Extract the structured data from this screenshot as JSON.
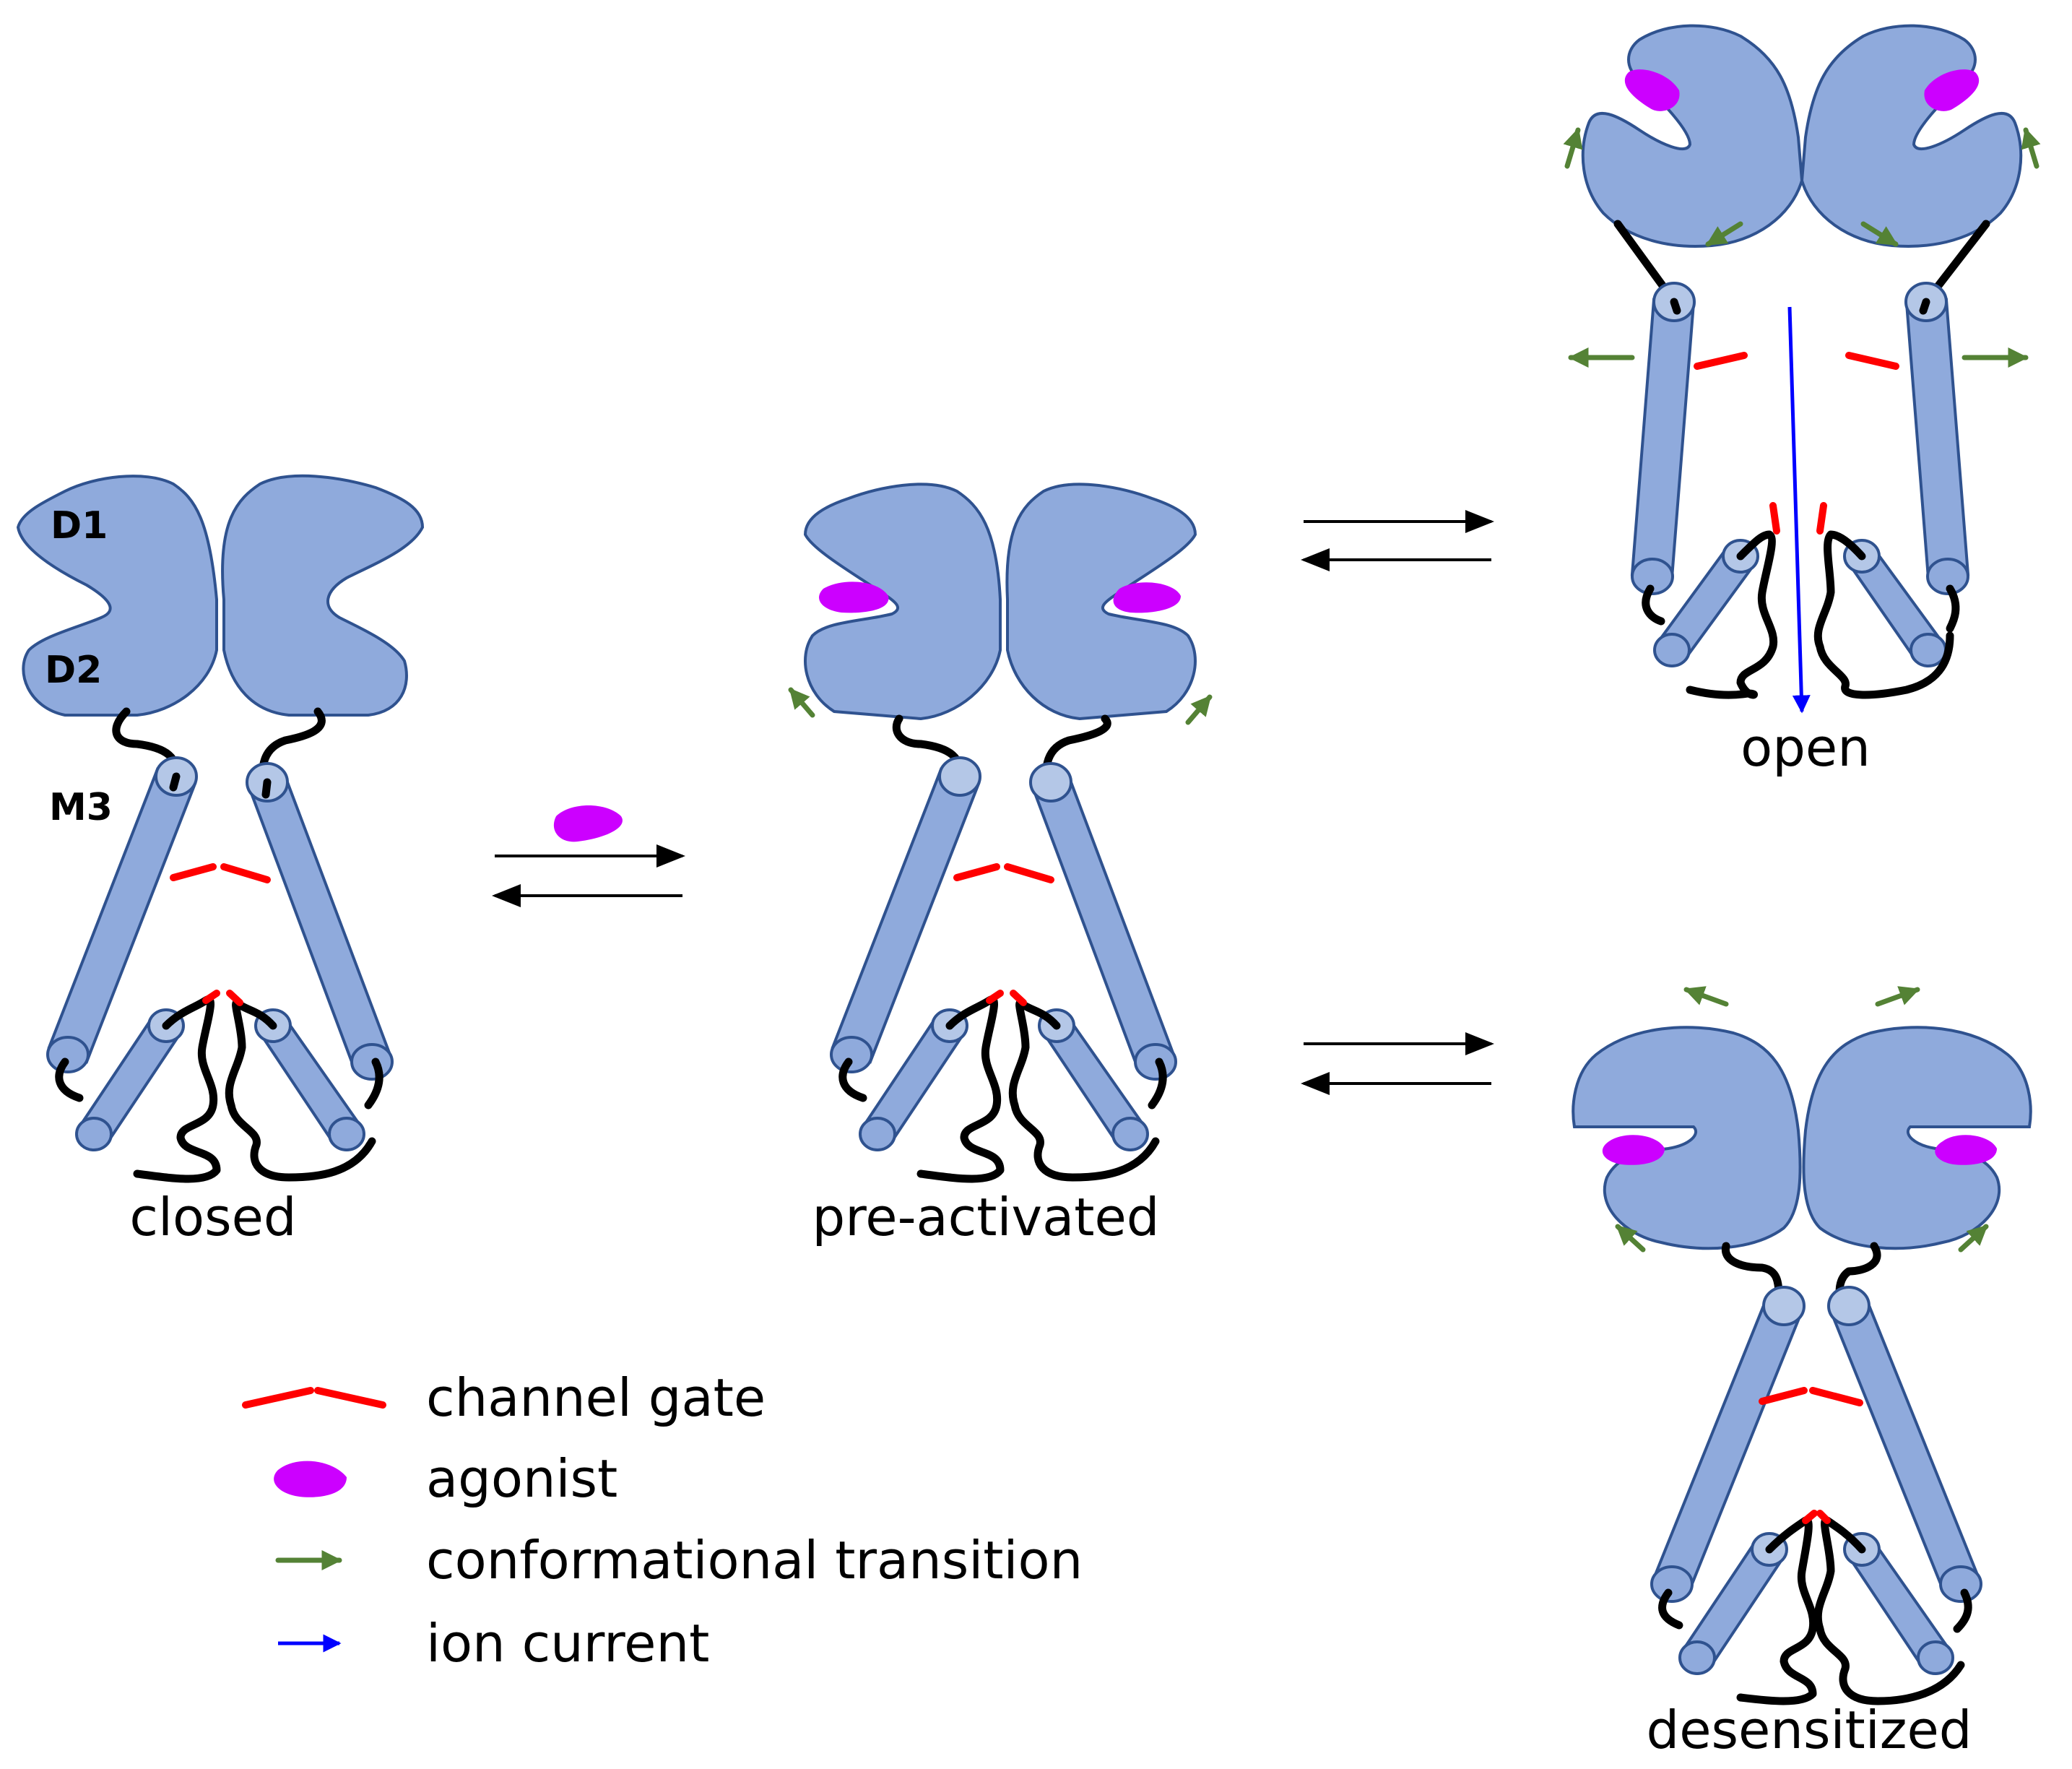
{
  "colors": {
    "domain_fill": "#8faadc",
    "domain_stroke": "#2f528f",
    "cylinder_cap": "#b4c7e7",
    "gate": "#ff0000",
    "agonist": "#cc00ff",
    "transition_arrow": "#548235",
    "ion_current_arrow": "#0000ff",
    "linker": "#000000"
  },
  "domain_labels": {
    "d1": "D1",
    "d2": "D2",
    "m3": "M3"
  },
  "states": {
    "closed": "closed",
    "pre_activated": "pre-activated",
    "open": "open",
    "desensitized": "desensitized"
  },
  "legend": {
    "gate": "channel gate",
    "agonist": "agonist",
    "transition": "conformational transition",
    "current": "ion current"
  }
}
